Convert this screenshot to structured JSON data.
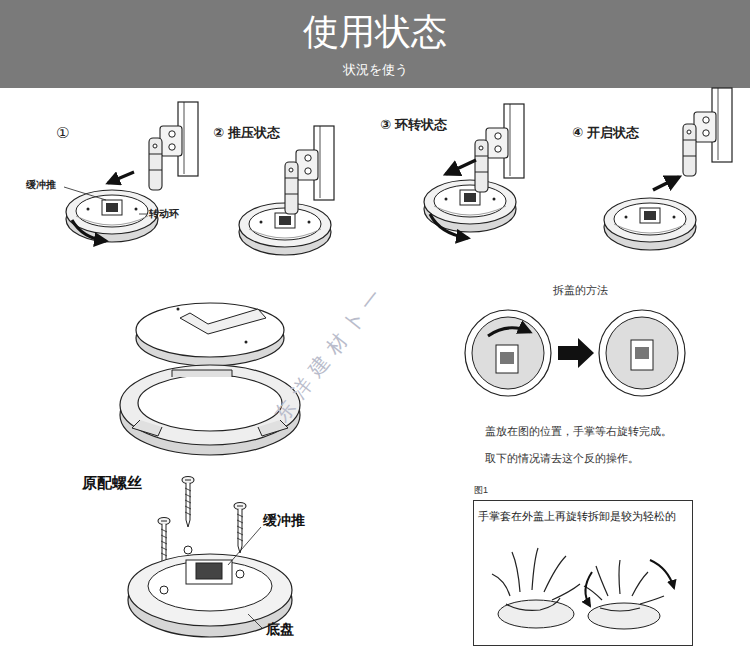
{
  "diagram": {
    "title": "使用状态",
    "nodes": [
      {
        "text": [
          "图1",
          "手掌套在外盖上再旋转拆卸是较为轻松的"
        ]
      }
    ],
    "labels": [
      "状況を使う",
      "①",
      "缓冲推",
      "转动环",
      "② 推压状态",
      "③ 环转状态",
      "④ 开启状态",
      "原配螺丝",
      "缓冲推",
      "底盘",
      "拆盖的方法",
      "盖放在图的位置，手掌等右旋转完成。",
      "取下的情况请去这个反的操作。",
      "东洋建材卜一"
    ]
  }
}
